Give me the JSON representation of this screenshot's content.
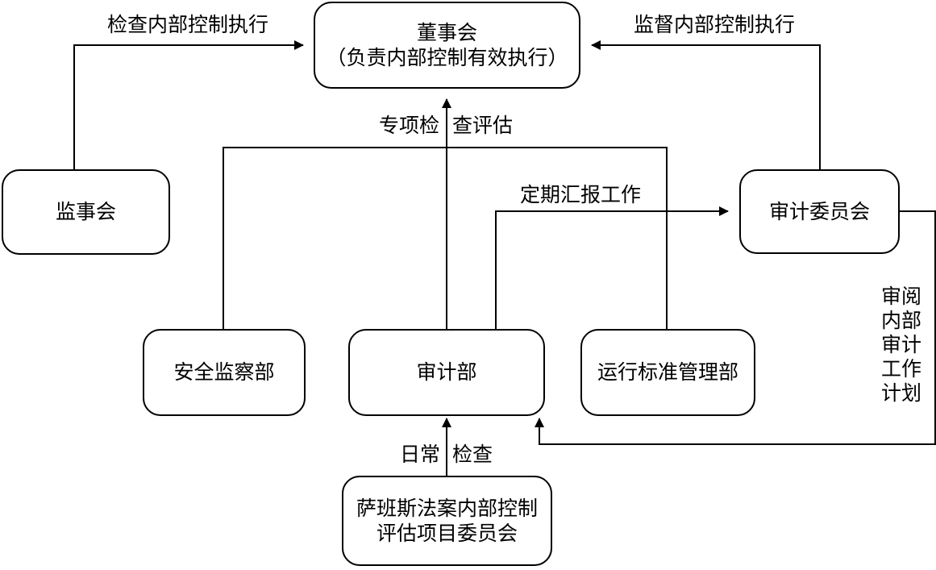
{
  "nodes": {
    "board": {
      "line1": "董事会",
      "line2": "（负责内部控制有效执行）"
    },
    "supervisory_board": {
      "label": "监事会"
    },
    "audit_committee": {
      "label": "审计委员会"
    },
    "safety_dept": {
      "label": "安全监察部"
    },
    "audit_dept": {
      "label": "审计部"
    },
    "ops_standards_dept": {
      "label": "运行标准管理部"
    },
    "sox_committee": {
      "line1": "萨班斯法案内部控制",
      "line2": "评估项目委员会"
    }
  },
  "edges": {
    "supervisory_to_board": "检查内部控制执行",
    "audit_committee_to_board": "监督内部控制执行",
    "special_review": {
      "part1": "专项检",
      "part2": "查评估"
    },
    "periodic_report": "定期汇报工作",
    "review_plan": [
      "审阅",
      "内部",
      "审计",
      "工作",
      "计划"
    ],
    "daily_check": {
      "part1": "日常",
      "part2": "检查"
    }
  }
}
